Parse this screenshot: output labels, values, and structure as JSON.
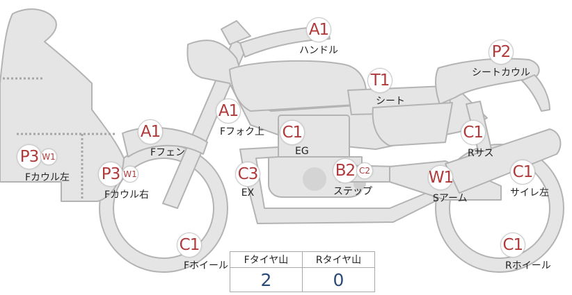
{
  "parts": [
    {
      "id": "handle",
      "codes": [
        "A1"
      ],
      "label": "ハンドル"
    },
    {
      "id": "seat-cowl",
      "codes": [
        "P2"
      ],
      "label": "シートカウル"
    },
    {
      "id": "seat",
      "codes": [
        "T1"
      ],
      "label": "シート"
    },
    {
      "id": "f-fork-upper",
      "codes": [
        "A1"
      ],
      "label": "Fフォク上"
    },
    {
      "id": "engine",
      "codes": [
        "C1"
      ],
      "label": "EG"
    },
    {
      "id": "f-fender",
      "codes": [
        "A1"
      ],
      "label": "Fフェン"
    },
    {
      "id": "f-cowl-left",
      "codes": [
        "P3",
        "W1"
      ],
      "label": "Fカウル左"
    },
    {
      "id": "f-cowl-right",
      "codes": [
        "P3",
        "W1"
      ],
      "label": "Fカウル右"
    },
    {
      "id": "exhaust",
      "codes": [
        "C3"
      ],
      "label": "EX"
    },
    {
      "id": "step",
      "codes": [
        "B2",
        "C2"
      ],
      "label": "ステップ"
    },
    {
      "id": "swing-arm",
      "codes": [
        "W1"
      ],
      "label": "Sアーム"
    },
    {
      "id": "r-suspension",
      "codes": [
        "C1"
      ],
      "label": "Rサス"
    },
    {
      "id": "silencer-left",
      "codes": [
        "C1"
      ],
      "label": "サイレ左"
    },
    {
      "id": "f-wheel",
      "codes": [
        "C1"
      ],
      "label": "Fホイール"
    },
    {
      "id": "r-wheel",
      "codes": [
        "C1"
      ],
      "label": "Rホイール"
    }
  ],
  "tire_tread": {
    "headers": [
      "Fタイヤ山",
      "Rタイヤ山"
    ],
    "values": [
      "2",
      "0"
    ]
  },
  "colors": {
    "body_fill": "#e5e5e5",
    "body_stroke": "#b3b3b3",
    "code_text": "#b03a3a",
    "value_text": "#2c4a78"
  }
}
